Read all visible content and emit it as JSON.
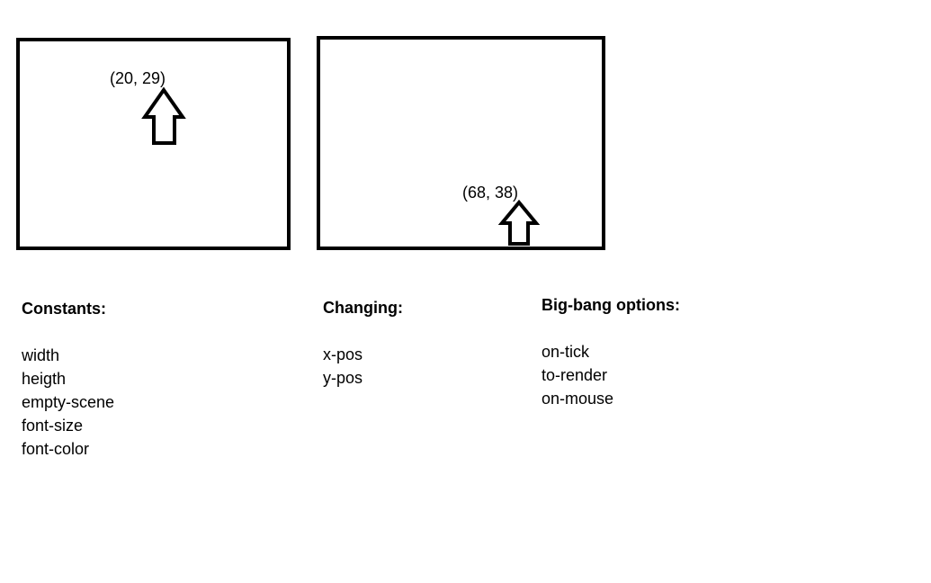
{
  "frames": [
    {
      "coordinate_label": "(20, 29)"
    },
    {
      "coordinate_label": "(68, 38)"
    }
  ],
  "sections": {
    "constants": {
      "heading": "Constants:",
      "items": [
        "width",
        "heigth",
        "empty-scene",
        "font-size",
        "font-color"
      ]
    },
    "changing": {
      "heading": "Changing:",
      "items": [
        "x-pos",
        "y-pos"
      ]
    },
    "big_bang": {
      "heading": "Big-bang options:",
      "items": [
        "on-tick",
        "to-render",
        "on-mouse"
      ]
    }
  },
  "icons": {
    "arrow": "up-arrow-icon"
  },
  "colors": {
    "stroke": "#000000",
    "background": "#ffffff"
  }
}
